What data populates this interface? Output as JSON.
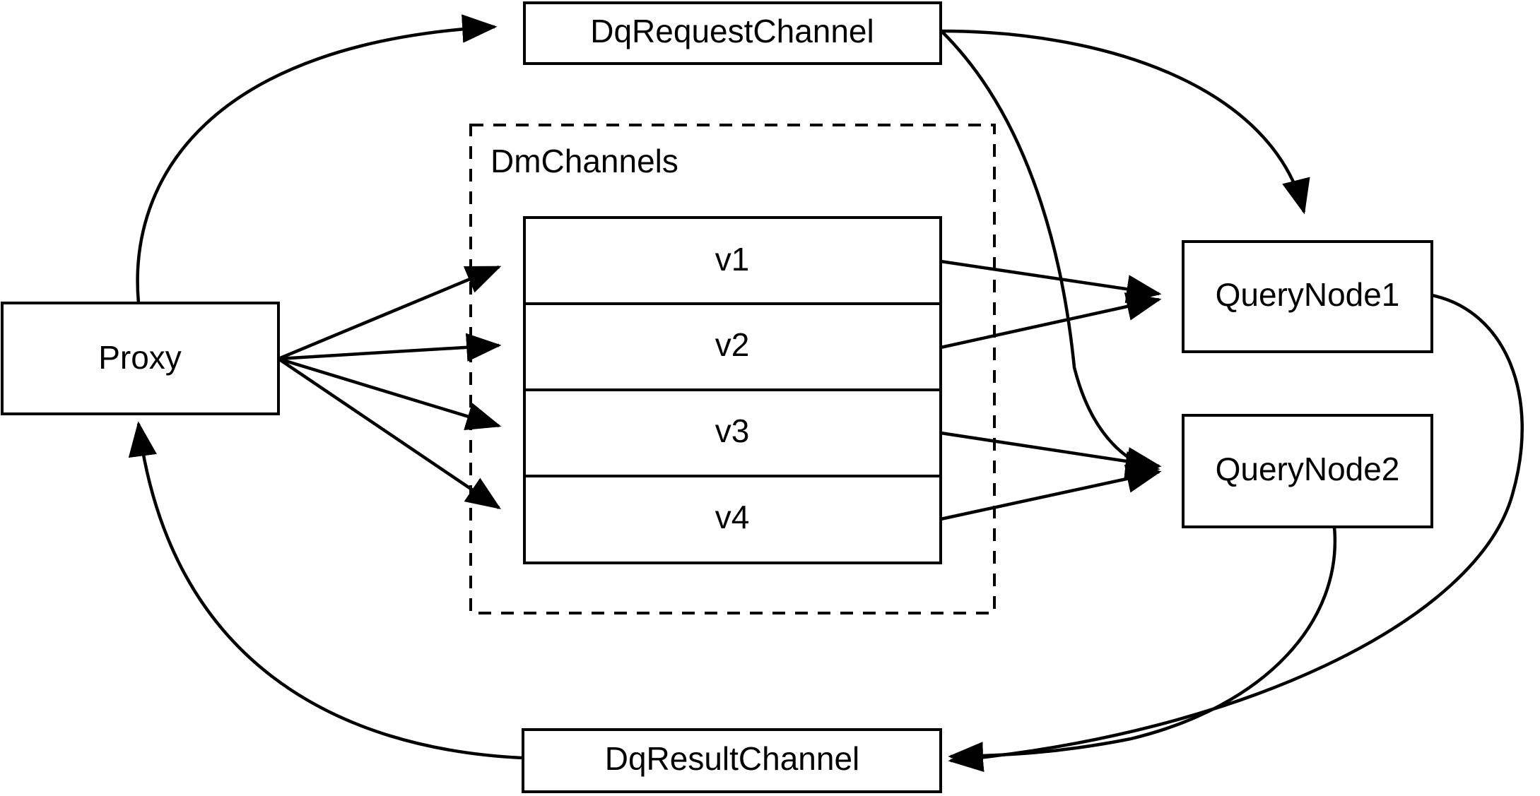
{
  "diagram": {
    "type": "architecture-flow-diagram",
    "background_color": "#ffffff",
    "stroke_color": "#000000",
    "nodes": {
      "dq_request_channel": {
        "label": "DqRequestChannel"
      },
      "dq_result_channel": {
        "label": "DqResultChannel"
      },
      "proxy": {
        "label": "Proxy"
      },
      "query_node_1": {
        "label": "QueryNode1"
      },
      "query_node_2": {
        "label": "QueryNode2"
      }
    },
    "group": {
      "label": "DmChannels",
      "style": "dashed",
      "channels": [
        {
          "label": "v1"
        },
        {
          "label": "v2"
        },
        {
          "label": "v3"
        },
        {
          "label": "v4"
        }
      ]
    },
    "edges": [
      {
        "from": "Proxy",
        "to": "DqRequestChannel",
        "arrow": true
      },
      {
        "from": "Proxy",
        "to": "v1",
        "arrow": true
      },
      {
        "from": "Proxy",
        "to": "v2",
        "arrow": true
      },
      {
        "from": "Proxy",
        "to": "v3",
        "arrow": true
      },
      {
        "from": "Proxy",
        "to": "v4",
        "arrow": true
      },
      {
        "from": "DqRequestChannel",
        "to": "QueryNode1",
        "arrow": true
      },
      {
        "from": "DqRequestChannel",
        "to": "QueryNode2",
        "arrow": true
      },
      {
        "from": "v1",
        "to": "QueryNode1",
        "arrow": true
      },
      {
        "from": "v2",
        "to": "QueryNode1",
        "arrow": true
      },
      {
        "from": "v3",
        "to": "QueryNode2",
        "arrow": true
      },
      {
        "from": "v4",
        "to": "QueryNode2",
        "arrow": true
      },
      {
        "from": "QueryNode1",
        "to": "DqResultChannel",
        "arrow": true
      },
      {
        "from": "QueryNode2",
        "to": "DqResultChannel",
        "arrow": true
      },
      {
        "from": "DqResultChannel",
        "to": "Proxy",
        "arrow": true
      }
    ]
  }
}
